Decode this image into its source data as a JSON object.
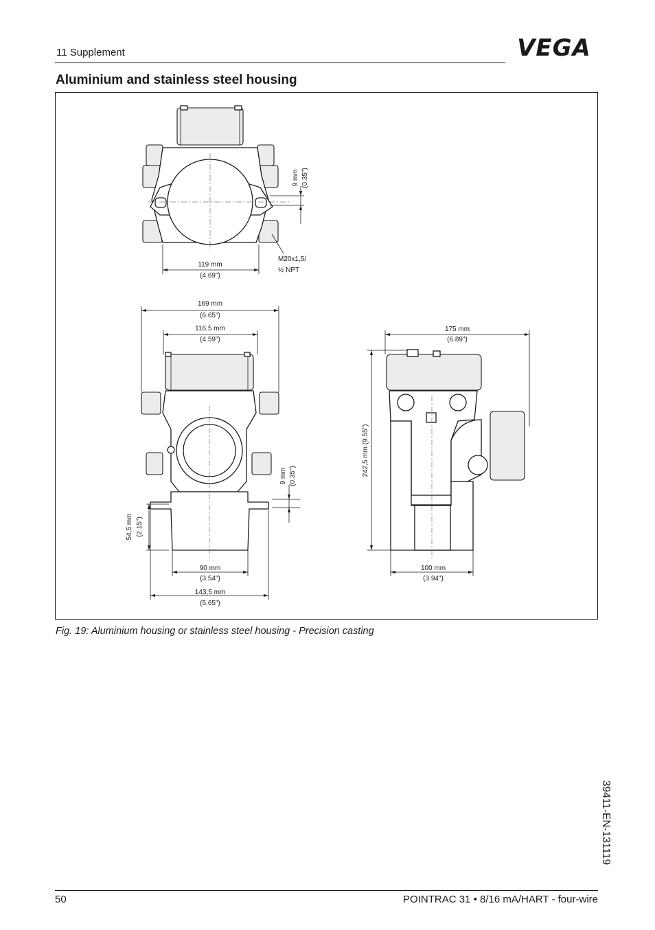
{
  "header": {
    "section": "11 Supplement",
    "logo_text": "VEGA",
    "logo_color": "#f2c200"
  },
  "title": "Aluminium and stainless steel housing",
  "drawing": {
    "top_view": {
      "dim_width_mm": "119 mm",
      "dim_width_in": "(4.69\")",
      "dim_offset_mm": "9 mm",
      "dim_offset_in": "(0.35\")",
      "thread_line1": "M20x1,5/",
      "thread_line2": "½ NPT"
    },
    "front_view": {
      "dim_overall_mm": "169 mm",
      "dim_overall_in": "(6.65\")",
      "dim_lid_mm": "116,5 mm",
      "dim_lid_in": "(4.59\")",
      "dim_offset_mm": "9 mm",
      "dim_offset_in": "(0.35\")",
      "dim_height_mm": "54,5 mm",
      "dim_height_in": "(2.15\")",
      "dim_base_mm": "90 mm",
      "dim_base_in": "(3.54\")",
      "dim_flange_mm": "143,5 mm",
      "dim_flange_in": "(5.65\")"
    },
    "side_view": {
      "dim_width_mm": "175 mm",
      "dim_width_in": "(6.89\")",
      "dim_height": "242,5 mm (9.55\")",
      "dim_base_mm": "100 mm",
      "dim_base_in": "(3.94\")"
    }
  },
  "caption": "Fig. 19: Aluminium housing or stainless steel housing - Precision casting",
  "doc_id": "39411-EN-131119",
  "footer": {
    "page_number": "50",
    "title": "POINTRAC 31 • 8/16 mA/HART - four-wire"
  }
}
